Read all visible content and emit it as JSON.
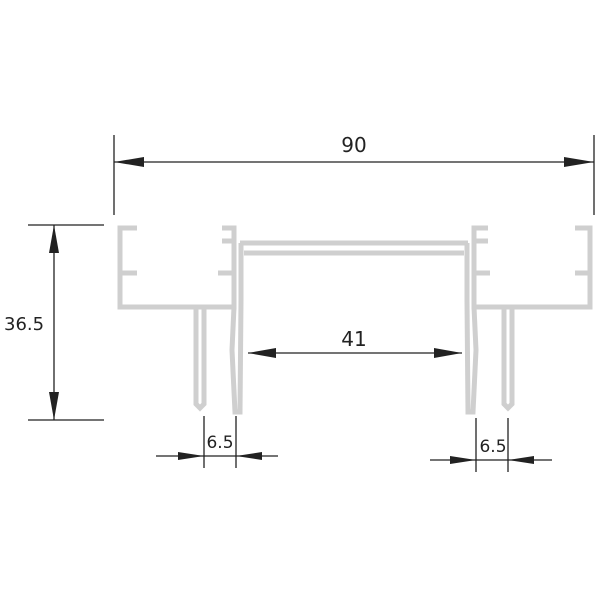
{
  "drawing": {
    "colors": {
      "profile": "#cfcfcf",
      "dimension": "#222222",
      "background": "#ffffff"
    },
    "dimensions": {
      "overall_width": "90",
      "height": "36.5",
      "inner_gap": "41",
      "left_slot": "6.5",
      "right_slot": "6.5"
    }
  }
}
